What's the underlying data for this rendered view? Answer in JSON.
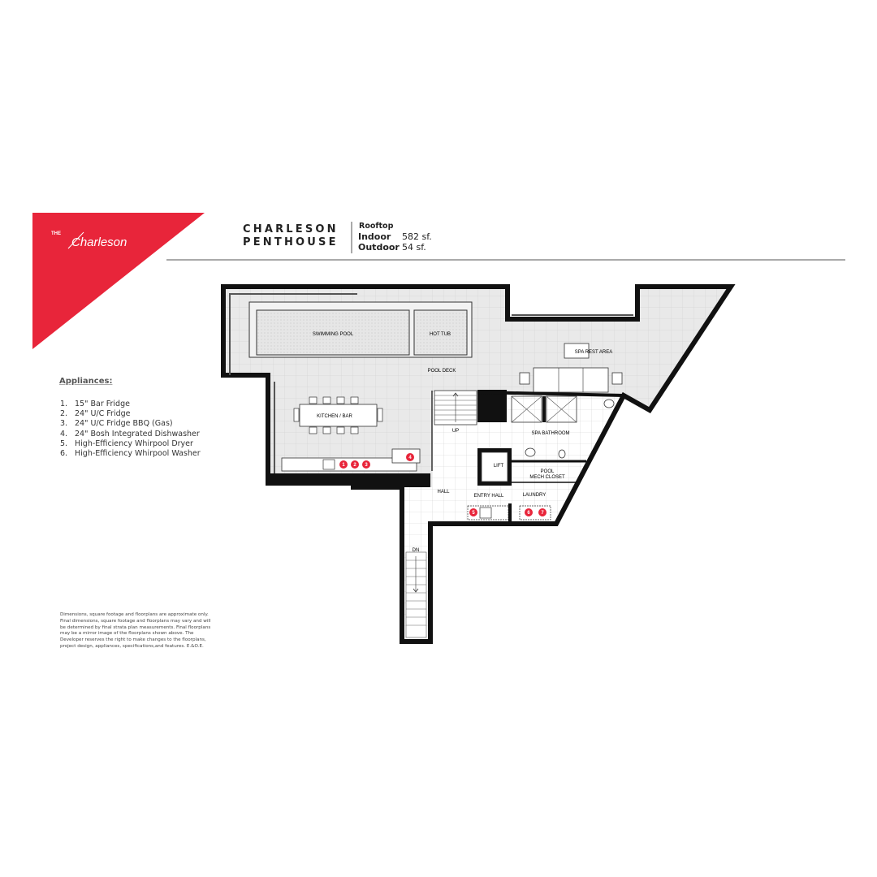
{
  "brand": {
    "logo_the": "THE",
    "logo_name": "Charleson",
    "color": "#e8253a"
  },
  "header": {
    "title_line1": "CHARLESON",
    "title_line2": "PENTHOUSE",
    "level": "Rooftop",
    "indoor_label": "Indoor",
    "indoor_value": "582 sf.",
    "outdoor_label": "Outdoor",
    "outdoor_value": "54 sf."
  },
  "appliances": {
    "heading": "Appliances:",
    "items": [
      {
        "num": "1.",
        "label": "15\" Bar Fridge"
      },
      {
        "num": "2.",
        "label": "24\" U/C Fridge"
      },
      {
        "num": "3.",
        "label": "24\" U/C Fridge BBQ (Gas)"
      },
      {
        "num": "4.",
        "label": "24\" Bosh Integrated Dishwasher"
      },
      {
        "num": "5.",
        "label": "High-Efficiency Whirpool Dryer"
      },
      {
        "num": "6.",
        "label": "High-Efficiency Whirpool Washer"
      }
    ]
  },
  "disclaimer": "Dimensions, square footage and floorplans are approximate only. Final dimensions, square footage and floorplans may vary and will be determined by final strata plan measurements. Final floorplans may be a mirror image of the floorplans shown above. The Developer reserves the right to make changes to the floorplans, project design, appliances, specifications,and features. E.&O.E.",
  "plan": {
    "rooms": {
      "swimming_pool": "SWIMMING POOL",
      "hot_tub": "HOT TUB",
      "pool_deck": "POOL DECK",
      "spa_rest_area": "SPA REST AREA",
      "kitchen_bar": "KITCHEN / BAR",
      "spa_bathroom": "SPA BATHROOM",
      "lift": "LIFT",
      "pool_mech_1": "POOL",
      "pool_mech_2": "MECH CLOSET",
      "laundry": "LAUNDRY",
      "hall": "HALL",
      "entry_hall": "ENTRY HALL",
      "up": "UP",
      "dn": "DN"
    },
    "markers": [
      "1",
      "2",
      "3",
      "4",
      "5",
      "6",
      "7"
    ],
    "marker_color": "#e8253a"
  }
}
